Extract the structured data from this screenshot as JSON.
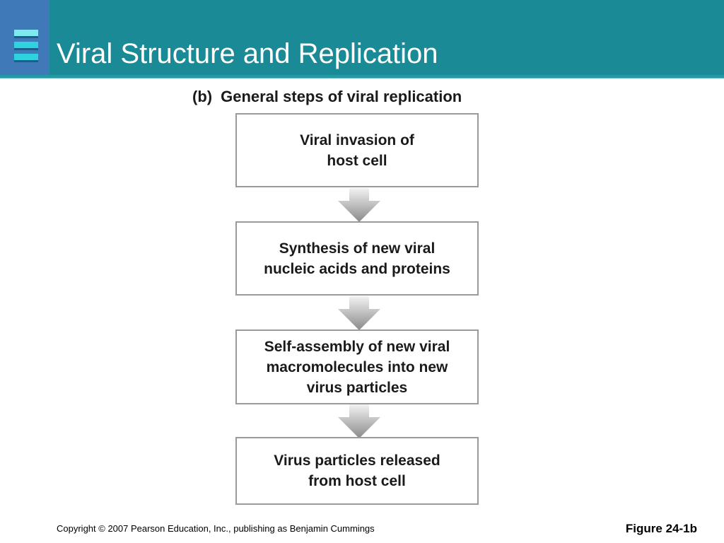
{
  "slide": {
    "title": "Viral Structure and Replication",
    "logo_icon": "stacked-bars-icon",
    "colors": {
      "header": "#1a8b96",
      "logo_block": "#3f79b8",
      "logo_bars": "#2fd3e0"
    }
  },
  "figure": {
    "label": "(b)",
    "heading": "General steps of viral replication",
    "steps": [
      {
        "text": "Viral invasion of\nhost cell"
      },
      {
        "text": "Synthesis of new viral\nnucleic acids and proteins"
      },
      {
        "text": "Self-assembly of new viral\nmacromolecules into new\nvirus particles"
      },
      {
        "text": "Virus particles released\nfrom host cell"
      }
    ],
    "connector_icon": "down-arrow-icon"
  },
  "footer": {
    "copyright": "Copyright © 2007 Pearson Education, Inc., publishing as Benjamin Cummings",
    "figure_number": "Figure 24-1b"
  }
}
